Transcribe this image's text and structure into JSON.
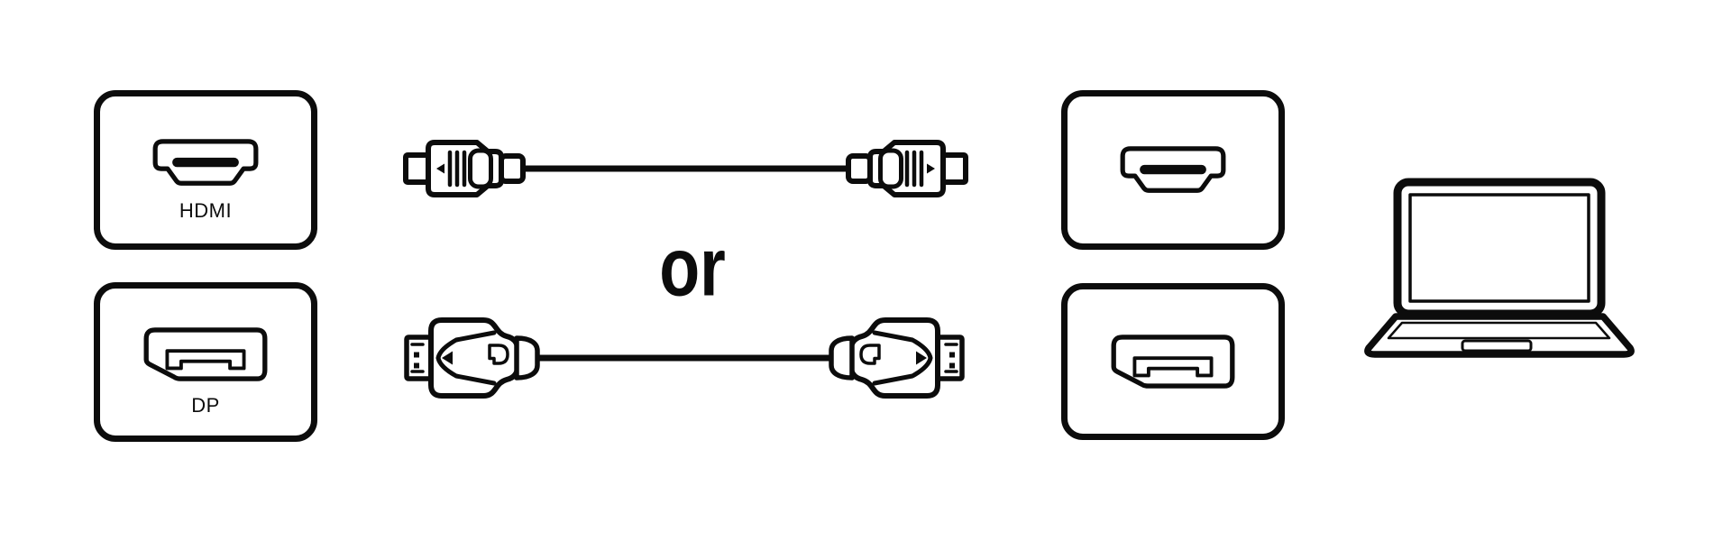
{
  "colors": {
    "background": "#ffffff",
    "ink": "#0c0c0c"
  },
  "diagram": {
    "left_ports": [
      {
        "label": "HDMI",
        "icon": "hdmi-port-icon"
      },
      {
        "label": "DP",
        "icon": "displayport-port-icon"
      }
    ],
    "or_label": "or",
    "cables": [
      {
        "icon": "hdmi-cable-icon"
      },
      {
        "icon": "displayport-cable-icon"
      }
    ],
    "right_ports": [
      {
        "icon": "hdmi-port-icon"
      },
      {
        "icon": "displayport-port-icon"
      }
    ],
    "device": {
      "icon": "laptop-icon"
    }
  }
}
